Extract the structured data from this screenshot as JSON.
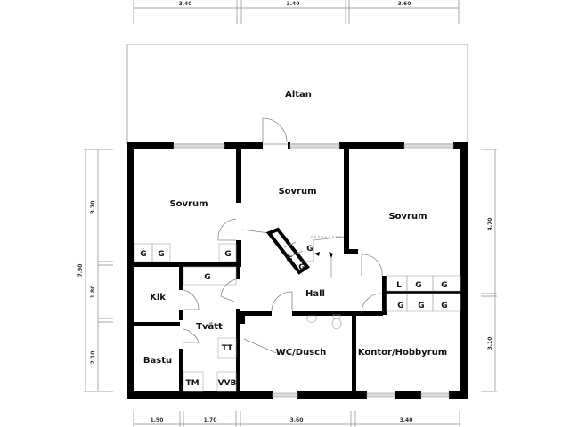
{
  "plan": {
    "rooms": {
      "altan": "Altan",
      "sovrum_left": "Sovrum",
      "sovrum_middle": "Sovrum",
      "sovrum_right": "Sovrum",
      "hall": "Hall",
      "klk": "Klk",
      "tvatt": "Tvätt",
      "bastu": "Bastu",
      "wc_dusch": "WC/Dusch",
      "kontor": "Kontor/Hobbyrum"
    },
    "fixtures": {
      "g": "G",
      "l": "L",
      "tt": "TT",
      "tm": "TM",
      "vvb": "VVB"
    },
    "dimensions": {
      "top": [
        "3.40",
        "3.40",
        "3.60"
      ],
      "bottom": [
        "1.50",
        "1.70",
        "3.60",
        "3.40"
      ],
      "left_total": "7.90",
      "left": [
        "3.70",
        "1.80",
        "2.10"
      ],
      "right": [
        "4.70",
        "3.10"
      ]
    },
    "colors": {
      "wall": "#000000",
      "window": "#cccccc",
      "line": "#888888"
    }
  }
}
